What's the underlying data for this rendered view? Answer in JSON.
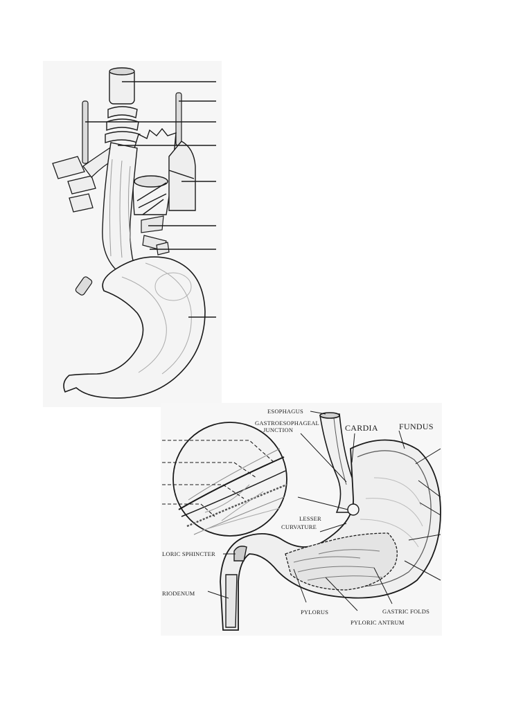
{
  "figure_top": {
    "leader_lines": 8
  },
  "figure_bottom": {
    "labels": {
      "esophagus": "ESOPHAGUS",
      "gej_line1": "GASTROESOPHAGEAL",
      "gej_line2": "JUNCTION",
      "cardia": "CARDIA",
      "fundus": "FUNDUS",
      "lesser_line1": "LESSER",
      "lesser_line2": "CURVATURE",
      "pyloric_sphincter": "LORIC SPHINCTER",
      "duodenum": "RIODENUM",
      "pylorus": "PYLORUS",
      "pyloric_antrum": "PYLORIC ANTRUM",
      "gastric_folds": "GASTRIC FOLDS"
    }
  },
  "colors": {
    "ink": "#1a1a1a",
    "fill": "#f2f2f2",
    "shade": "#c8c8c8"
  }
}
